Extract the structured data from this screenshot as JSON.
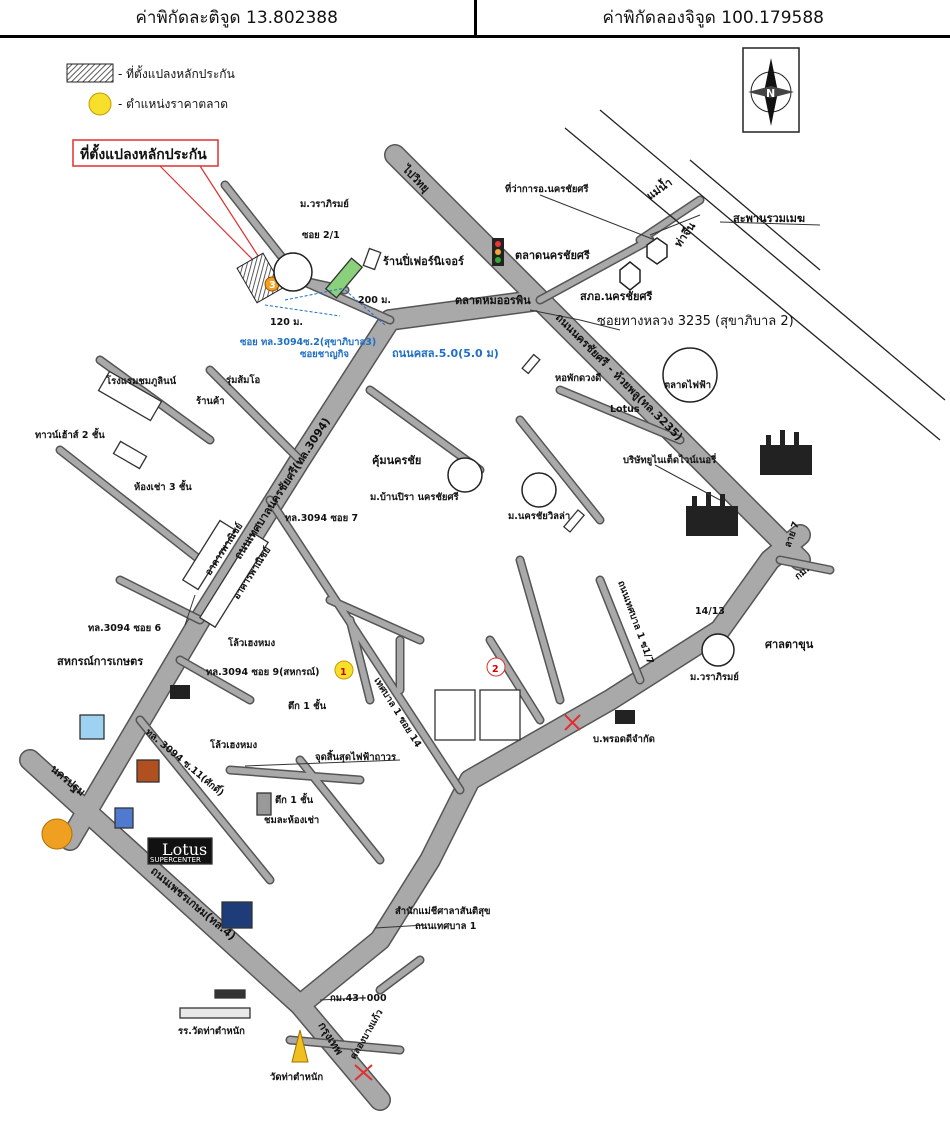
{
  "header": {
    "latitude_label": "ค่าพิกัดละติจูด 13.802388",
    "longitude_label": "ค่าพิกัดลองจิจูด 100.179588"
  },
  "legend": {
    "plot_label": "- ที่ตั้งแปลงหลักประกัน",
    "market_label": "- ตำแหน่งราคาตลาด"
  },
  "callout": "ที่ตั้งแปลงหลักประกัน",
  "north": "N",
  "labels": {
    "to_north": "ไปวิทยุ",
    "varaphirom_top": "ม.วราภิรมย์",
    "soi_2_1": "ซอย 2/1",
    "shop_furniture": "ร้านปิ่เฟอร์นิเจอร์",
    "district_office": "ที่ว่าการอ.นครชัยศรี",
    "river": "แม่น้ำ",
    "tha_chin": "ท่าจีน",
    "bridge": "สะพานรวมเมฆ",
    "market_nakhon": "ตลาดนครชัยศรี",
    "hospital_office": "สภอ.นครชัยศรี",
    "talad_hom": "ตลาดหมออรพิน",
    "dist_200": "200 ม.",
    "dist_120": "120 ม.",
    "soi_3094": "ซอย ทล.3094ซ.2(สุขาภิบาล3)",
    "soi_charoen": "ซอยชาญกิจ",
    "road_5": "ถนนคสล.5.0(5.0 ม)",
    "soi_3235": "ซอยทางหลวง 3235 (สุขาภิบาล 2)",
    "road_3235": "ถนนนครชัยศรี - ห้วยพลู(ทล.3235)",
    "hotel": "โรงแรมชมภูลินน์",
    "shop_1": "ร้านค้า",
    "rum_som": "รุ่มส้มโอ",
    "dorm": "หอพักดวงดี",
    "flower_market": "ตลาดไฟฟ้า",
    "lotus_small": "Lotus",
    "townhouse2": "ทาวน์เฮ้าส์ 2 ชั้น",
    "rent3": "ห้องเช่า 3 ชั้น",
    "khum": "คุ้มนครชัย",
    "ban_pira": "ม.บ้านปิรา นครชัยศรี",
    "villa": "ม.นครชัยวิลล่า",
    "factory_co": "บริษัทยูไนเต็ดไวน์เนอรี่",
    "main_road": "ถนนเทศบาลนครชัยศรี(ทล.3094)",
    "soi_7": "ทล.3094 ซอย 7",
    "commercial1": "อาคารพาณิชย์",
    "commercial2": "อาคารพาณิชย์",
    "soi_6": "ทล.3094 ซอย 6",
    "lao_heng1": "โล้วเฮงหมง",
    "coop": "สหกรณ์การเกษตร",
    "soi_9": "ทล.3094 ซอย 9(สหกรณ์)",
    "building1": "ตึก 1 ชั้น",
    "lao_heng2": "โล้วเฮงหมง",
    "lamp": "จุดสิ้นสุดไฟฟ้าถาวร",
    "soi_11": "ทล. 3094 ซ.11(ศักดิ์)",
    "building1b": "ตึก 1 ชั้น",
    "rent_rooms": "ชมละห้องเช่า",
    "thesaban_soi14": "เทศบาล 1 ซอย 14",
    "thesaban_1_7": "ถนนเทศบาล 1 ซ1/7",
    "num_1413": "14/13",
    "san_ta": "ศาลตาขุน",
    "varaphirom_bot": "ม.วราภิรมย์",
    "plon": "บ.พรอดดีจำกัด",
    "khao_7": "ลาย 7",
    "khao_kilo": "กม.",
    "to_nakhon": "นครปฐม",
    "lotus_big": "Lotus",
    "supercenter": "SUPERCENTER",
    "road_4": "ถนนเพชรเกษม(ทล.4)",
    "office_samnak": "สำนักแม่ชีศาลาสันติสุข",
    "thesaban_1": "ถนนเทศบาล 1",
    "km": "กม.43+000",
    "school": "รร.วัดท่าตำหนัก",
    "temple": "วัดท่าตำหนัก",
    "khlong": "คลองบางแก้ว",
    "to_bkk": "กรุงเทพ",
    "num1": "1",
    "num2": "2",
    "num3": "3"
  },
  "colors": {
    "road": "#a9a9a9",
    "road_stroke": "#555555",
    "market_marker": "#f7e02a",
    "plot_marker": "#f0a020",
    "callout_border": "#e03030",
    "blue_text": "#1f6fc7"
  }
}
